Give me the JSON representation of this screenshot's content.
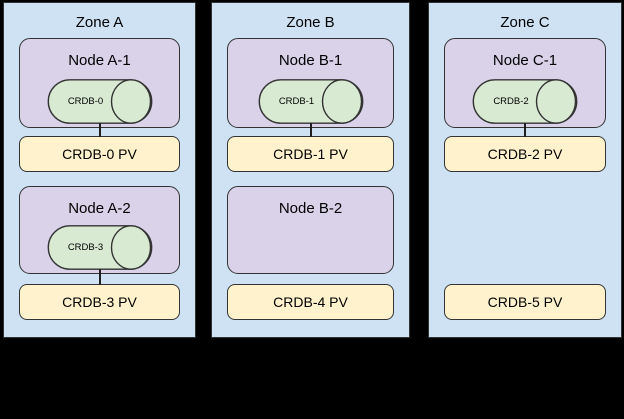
{
  "diagram": {
    "colors": {
      "background": "#000000",
      "zone_fill": "#cfe2f3",
      "node_fill": "#d9d2e9",
      "pod_fill": "#d9ead3",
      "pv_fill": "#fff2cc",
      "border": "#333333",
      "text": "#000000"
    },
    "zones": [
      {
        "title": "Zone A",
        "node1": {
          "title": "Node A-1",
          "pod": "CRDB-0"
        },
        "pv1": "CRDB-0 PV",
        "node2": {
          "title": "Node A-2",
          "pod": "CRDB-3"
        },
        "pv2": "CRDB-3 PV"
      },
      {
        "title": "Zone B",
        "node1": {
          "title": "Node B-1",
          "pod": "CRDB-1"
        },
        "pv1": "CRDB-1 PV",
        "node2": {
          "title": "Node B-2"
        },
        "pv2": "CRDB-4 PV"
      },
      {
        "title": "Zone C",
        "node1": {
          "title": "Node C-1",
          "pod": "CRDB-2"
        },
        "pv1": "CRDB-2 PV",
        "pv2": "CRDB-5 PV"
      }
    ]
  }
}
